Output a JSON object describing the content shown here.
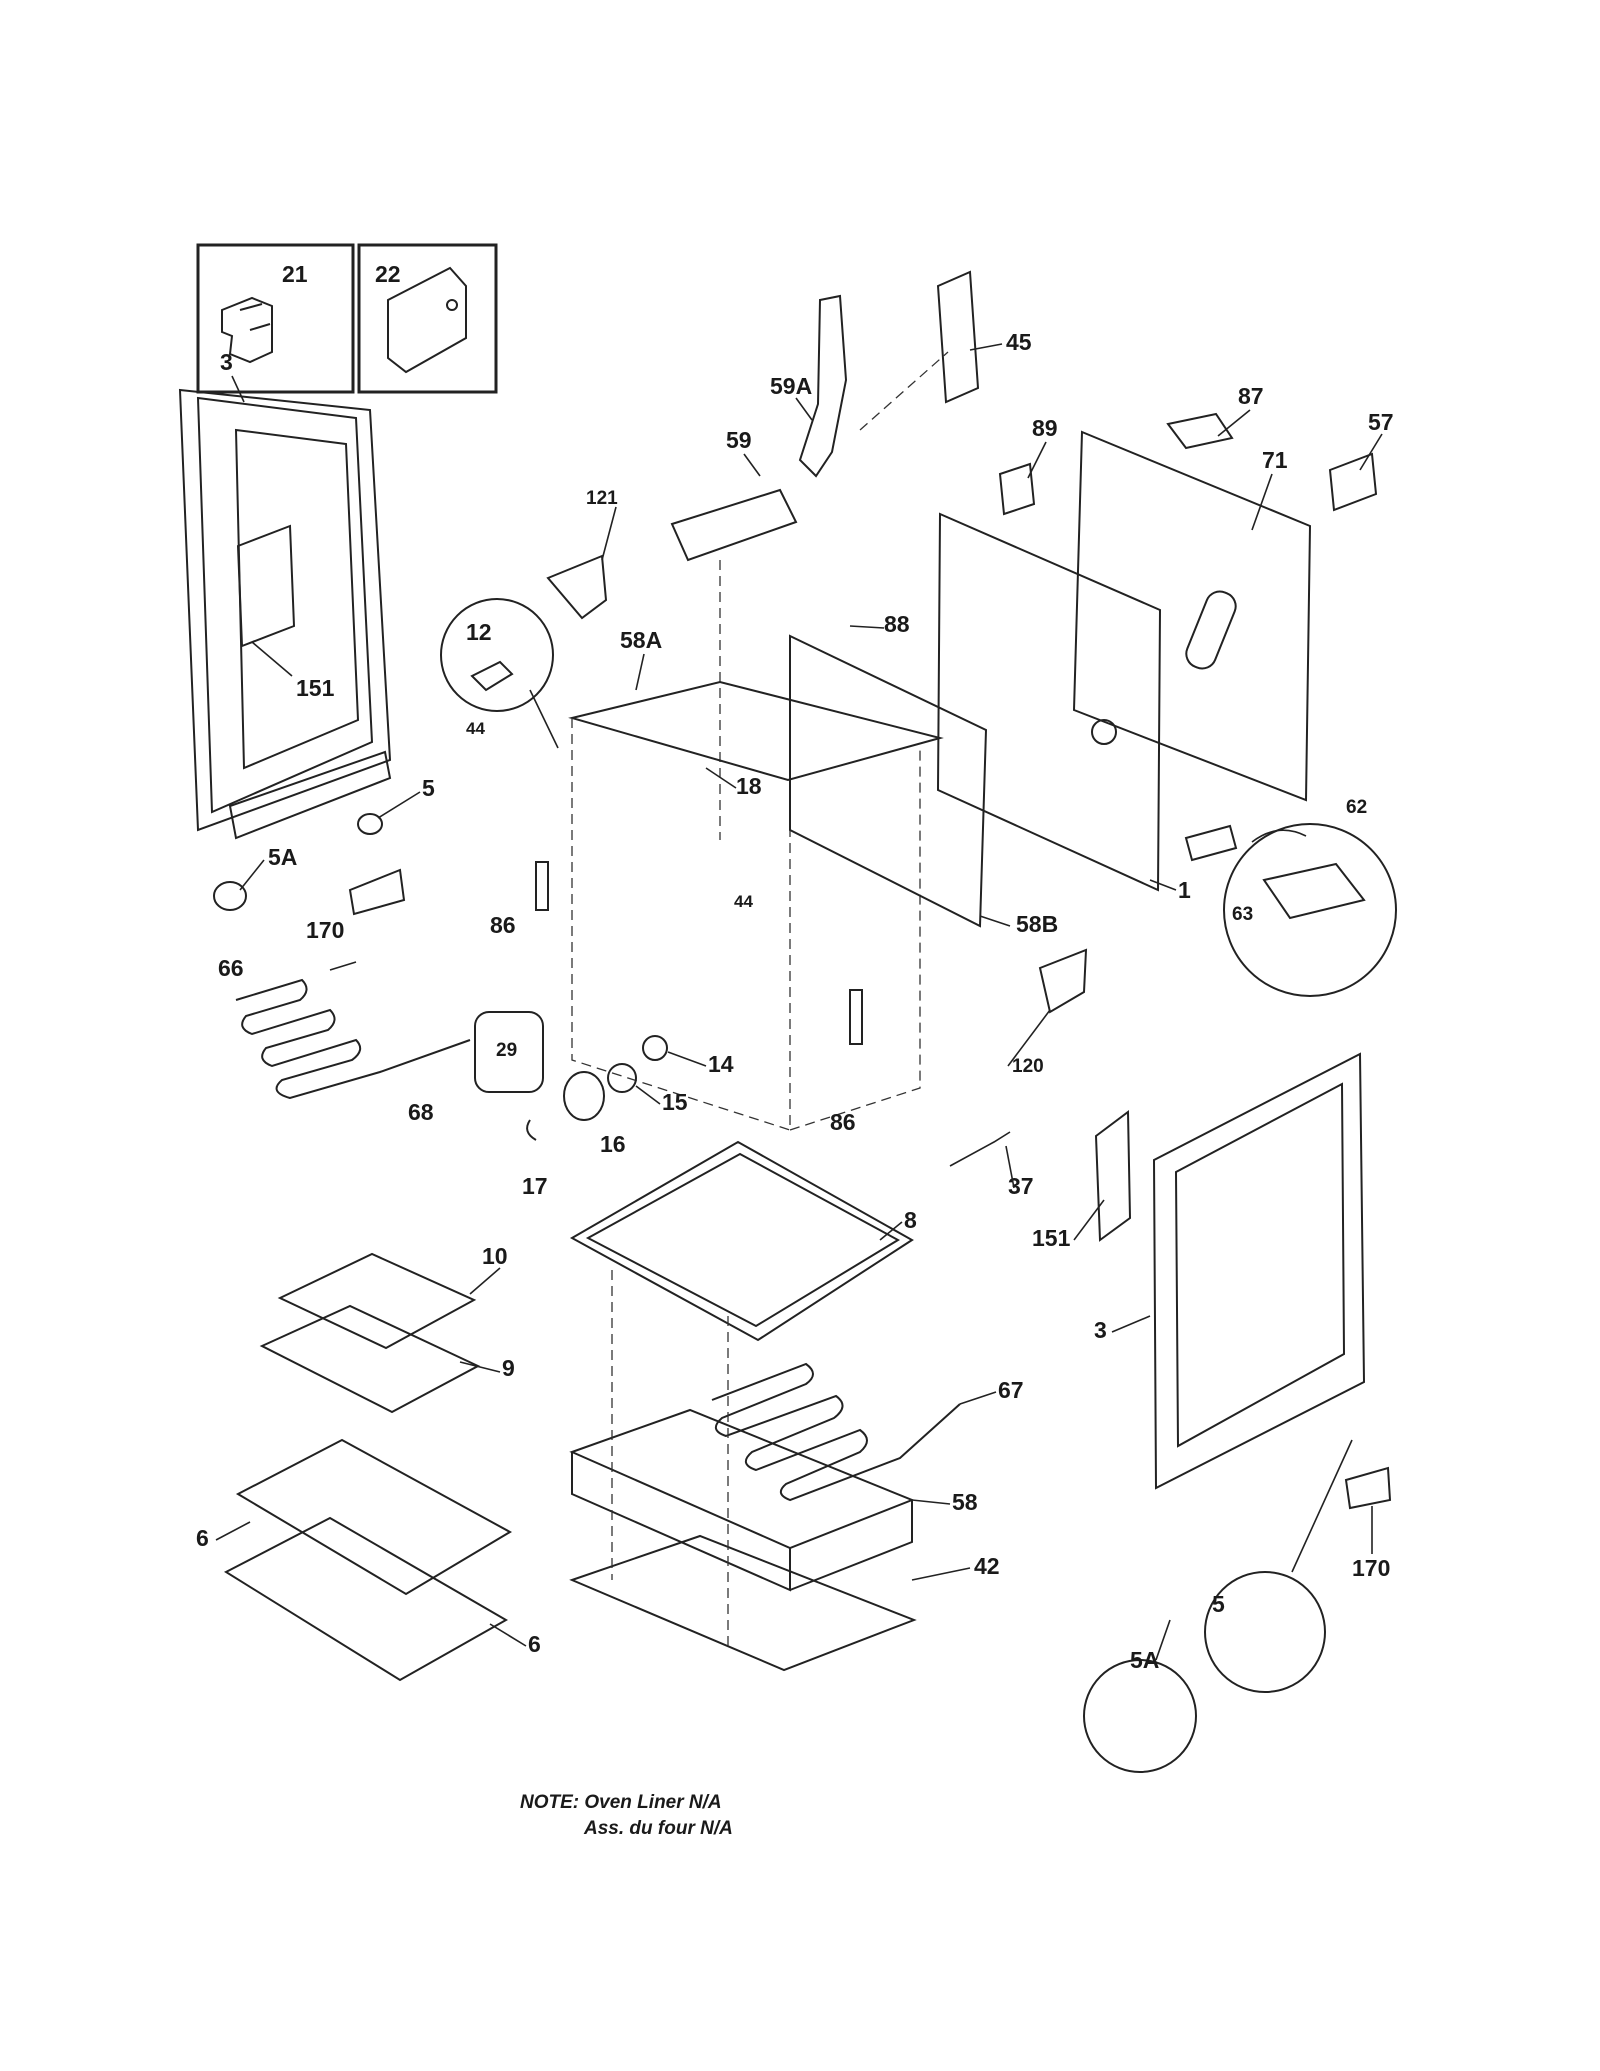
{
  "callouts": [
    "21",
    "22",
    "3",
    "151",
    "5",
    "5A",
    "170",
    "121",
    "59",
    "59A",
    "45",
    "89",
    "87",
    "57",
    "71",
    "12",
    "44",
    "58A",
    "88",
    "18",
    "1",
    "62",
    "63",
    "44",
    "86",
    "58B",
    "66",
    "29",
    "14",
    "68",
    "15",
    "16",
    "86",
    "120",
    "17",
    "37",
    "8",
    "151",
    "10",
    "9",
    "67",
    "3",
    "58",
    "6",
    "42",
    "6",
    "170",
    "5",
    "5A"
  ],
  "note": {
    "line1": "NOTE: Oven Liner N/A",
    "line2": "Ass. du four N/A"
  }
}
